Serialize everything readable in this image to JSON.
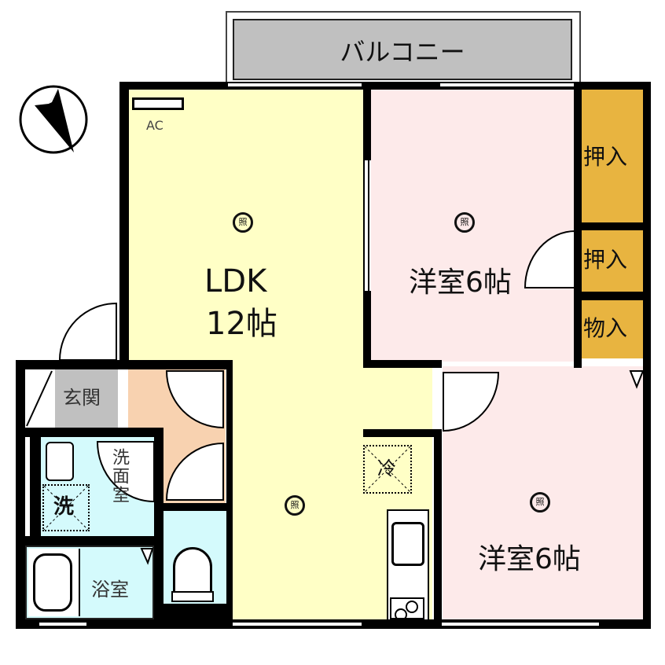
{
  "floorplan": {
    "balcony": {
      "label": "バルコニー",
      "color": "#c0c0c0"
    },
    "compass": {
      "name": "north-arrow"
    },
    "ldk": {
      "name_label": "LDK",
      "size_label": "12帖",
      "color": "#ffffc6",
      "ac_label": "AC"
    },
    "western_room_1": {
      "label": "洋室6帖",
      "color": "#fdeaea"
    },
    "western_room_2": {
      "label": "洋室6帖",
      "color": "#fdeaea"
    },
    "closet_1": {
      "label": "押入",
      "color": "#e8b440"
    },
    "closet_2": {
      "label": "押入",
      "color": "#e8b440"
    },
    "storage": {
      "label": "物入",
      "color": "#e8b440"
    },
    "entrance": {
      "label": "玄関",
      "color": "#c0c0c0"
    },
    "hallway": {
      "color": "#f8d2b0"
    },
    "washroom": {
      "label": "洗面室",
      "color": "#d4fafc"
    },
    "washer": {
      "label": "洗"
    },
    "bathroom": {
      "label": "浴室",
      "color": "#d4fafc"
    },
    "toilet": {
      "color": "#d4fafc"
    },
    "fridge": {
      "label": "冷"
    },
    "light_fixture_label": "照"
  }
}
